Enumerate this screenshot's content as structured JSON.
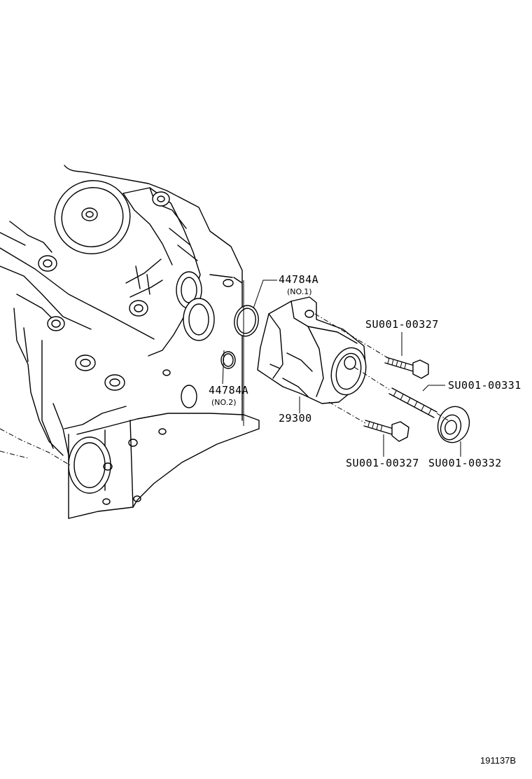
{
  "callouts": {
    "gasket_no1": {
      "part": "44784A",
      "note": "(NO.1)"
    },
    "gasket_no2": {
      "part": "44784A",
      "note": "(NO.2)"
    },
    "pump": {
      "part": "29300"
    },
    "bolt_upper": {
      "part": "SU001-00327"
    },
    "stud_bolt": {
      "part": "SU001-00331"
    },
    "bolt_lower": {
      "part": "SU001-00327"
    },
    "nut": {
      "part": "SU001-00332"
    }
  },
  "diagram_id": "191137B"
}
